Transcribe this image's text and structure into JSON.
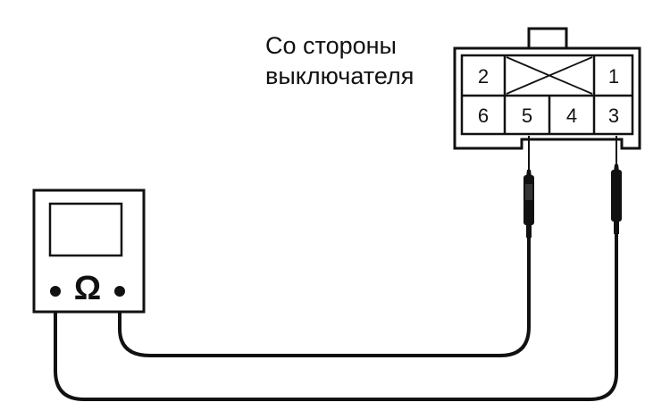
{
  "caption": {
    "line1": "Со стороны",
    "line2": "выключателя"
  },
  "connector": {
    "pins": {
      "p1": "1",
      "p2": "2",
      "p3": "3",
      "p4": "4",
      "p5": "5",
      "p6": "6"
    }
  },
  "meter": {
    "symbol": "Ω",
    "icon": "ohmmeter-icon"
  }
}
